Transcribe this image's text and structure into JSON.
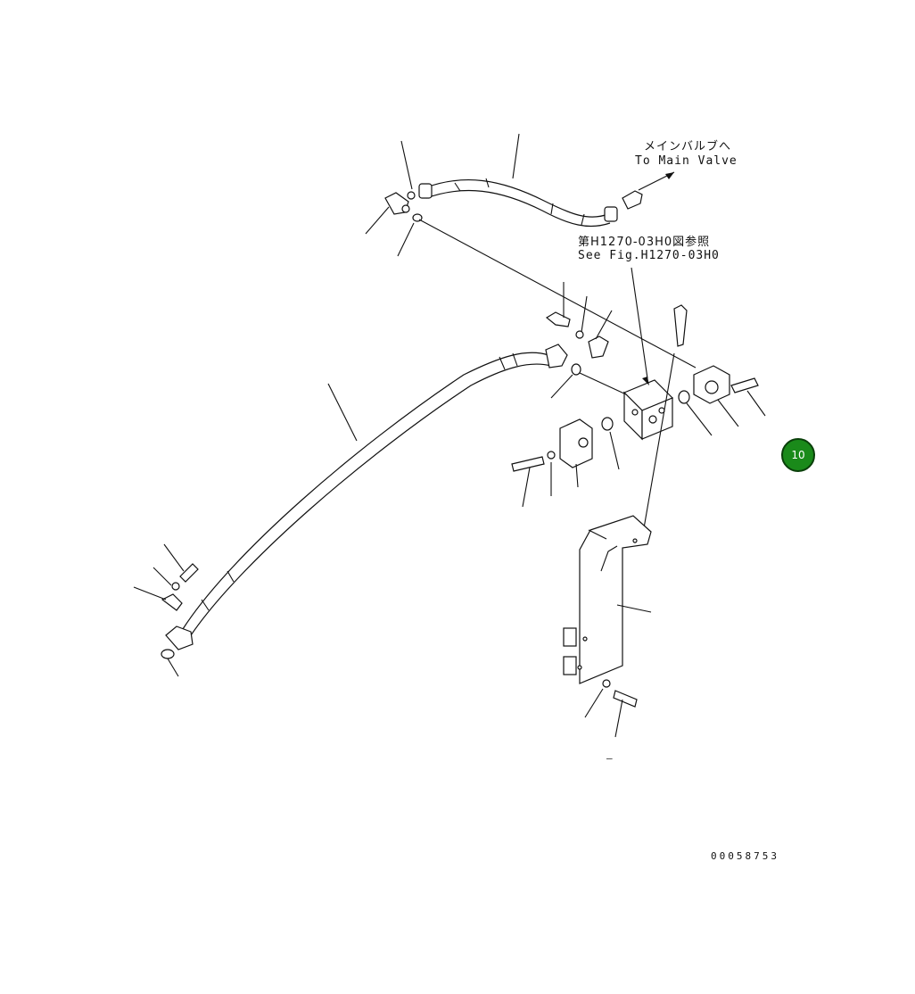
{
  "diagram": {
    "note_main_valve_jp": "メインバルブへ",
    "note_main_valve_en": "To Main Valve",
    "note_see_fig_jp": "第H1270-03H0図参照",
    "note_see_fig_en": "See Fig.H1270-03H0",
    "callout_marker": "10",
    "marker_color": "#1a8a1a",
    "dash_mark": "–",
    "document_number": "00058753"
  }
}
